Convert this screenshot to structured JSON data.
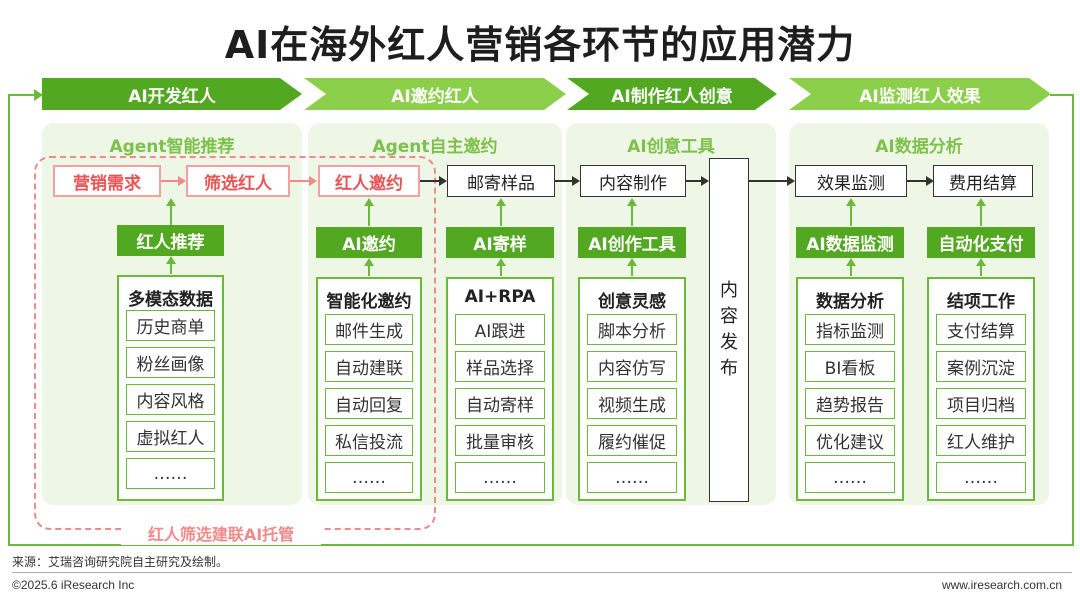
{
  "title": "AI在海外红人营销各环节的应用潜力",
  "stages": [
    "AI开发红人",
    "AI邀约红人",
    "AI制作红人创意",
    "AI监测红人效果"
  ],
  "sections": {
    "agent_recommend": "Agent智能推荐",
    "agent_invite": "Agent自主邀约",
    "ai_creative_tools": "AI创意工具",
    "ai_data_analysis": "AI数据分析"
  },
  "flow": {
    "marketing_needs": "营销需求",
    "screen_influencers": "筛选红人",
    "influencer_invite": "红人邀约",
    "mail_samples": "邮寄样品",
    "content_production": "内容制作",
    "content_publish": "内容发布",
    "effect_monitoring": "效果监测",
    "fee_settlement": "费用结算"
  },
  "labels": {
    "influencer_recommend": "红人推荐",
    "ai_invite": "AI邀约",
    "ai_sample": "AI寄样",
    "ai_creation_tools": "AI创作工具",
    "ai_data_monitoring": "AI数据监测",
    "auto_payment": "自动化支付"
  },
  "stacks": {
    "multimodal": {
      "head": "多模态数据",
      "items": [
        "历史商单",
        "粉丝画像",
        "内容风格",
        "虚拟红人",
        "……"
      ]
    },
    "smart_invite": {
      "head": "智能化邀约",
      "items": [
        "邮件生成",
        "自动建联",
        "自动回复",
        "私信投流",
        "……"
      ]
    },
    "ai_rpa": {
      "head": "AI+RPA",
      "items": [
        "AI跟进",
        "样品选择",
        "自动寄样",
        "批量审核",
        "……"
      ]
    },
    "creative_inspiration": {
      "head": "创意灵感",
      "items": [
        "脚本分析",
        "内容仿写",
        "视频生成",
        "履约催促",
        "……"
      ]
    },
    "data_analysis": {
      "head": "数据分析",
      "items": [
        "指标监测",
        "BI看板",
        "趋势报告",
        "优化建议",
        "……"
      ]
    },
    "settlement_work": {
      "head": "结项工作",
      "items": [
        "支付结算",
        "案例沉淀",
        "项目归档",
        "红人维护",
        "……"
      ]
    }
  },
  "dashed_caption": "红人筛选建联AI托管",
  "footer": {
    "source": "来源：艾瑞咨询研究院自主研究及绘制。",
    "copyright": "©2025.6 iResearch Inc",
    "url": "www.iresearch.com.cn"
  },
  "colors": {
    "dark_green": "#52a821",
    "light_green": "#8ccf4a",
    "panel_green": "#eef6e6",
    "section_title_green": "#7dc14a",
    "pink": "#f08a8a",
    "pink_text": "#e85555"
  }
}
